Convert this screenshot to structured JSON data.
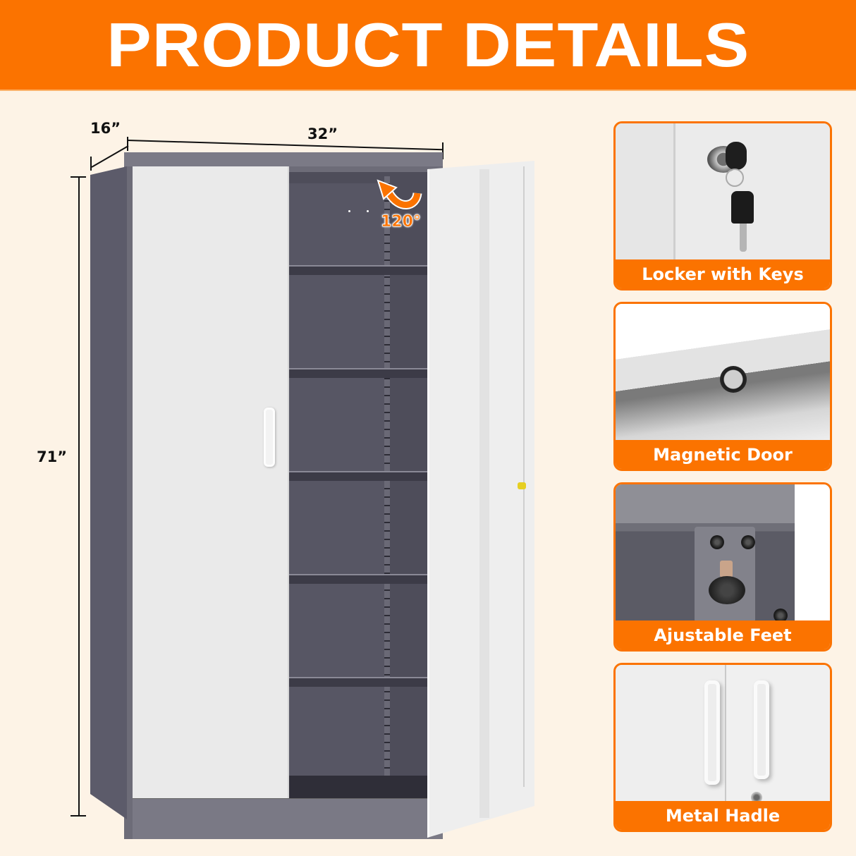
{
  "banner": {
    "title": "PRODUCT DETAILS",
    "background_color": "#fb7300",
    "text_color": "#ffffff"
  },
  "dimensions": {
    "depth": "16”",
    "width": "32”",
    "height": "71”"
  },
  "cabinet": {
    "door_angle_label": "120°",
    "shelf_count": 5,
    "body_color": "#6d6c78",
    "door_color": "#eaeaea"
  },
  "features": [
    {
      "label": "Locker with Keys"
    },
    {
      "label": "Magnetic Door"
    },
    {
      "label": "Ajustable Feet"
    },
    {
      "label": "Metal Hadle"
    }
  ],
  "colors": {
    "accent": "#fb7300",
    "background": "#fdf3e6"
  }
}
